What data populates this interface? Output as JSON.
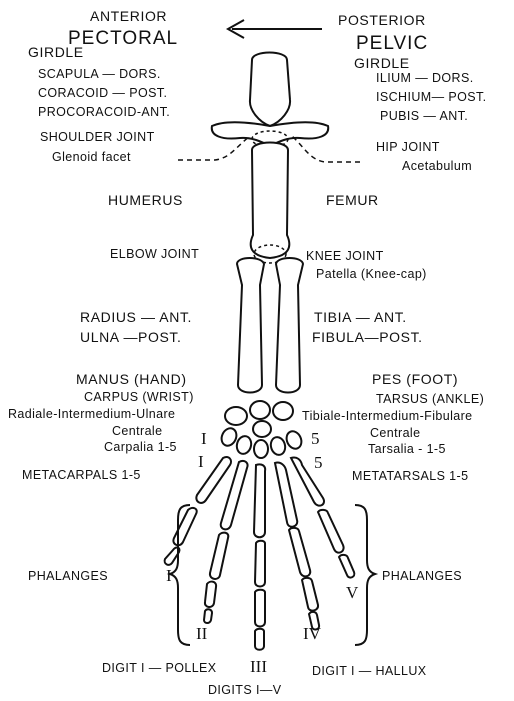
{
  "header": {
    "anterior": "ANTERIOR",
    "pectoral": "PECTORAL",
    "posterior": "POSTERIOR",
    "pelvic": "PELVIC"
  },
  "left": {
    "girdle": "GIRDLE",
    "scapula": "SCAPULA — DORS.",
    "coracoid": "CORACOID — POST.",
    "procoracoid": "PROCORACOID-ANT.",
    "shoulder_joint": "SHOULDER JOINT",
    "glenoid": "Glenoid facet",
    "humerus": "HUMERUS",
    "elbow": "ELBOW JOINT",
    "radius": "RADIUS — ANT.",
    "ulna": "ULNA —POST.",
    "manus": "MANUS (HAND)",
    "carpus": "CARPUS (WRIST)",
    "radiale": "Radiale-Intermedium-Ulnare",
    "centrale": "Centrale",
    "carpalia": "Carpalia 1-5",
    "metacarpals": "METACARPALS 1-5",
    "phalanges": "PHALANGES",
    "digit_pollex": "DIGIT I — POLLEX"
  },
  "right": {
    "girdle": "GIRDLE",
    "ilium": "ILIUM — DORS.",
    "ischium": "ISCHIUM— POST.",
    "pubis": "PUBIS — ANT.",
    "hip_joint": "HIP JOINT",
    "acetabulum": "Acetabulum",
    "femur": "FEMUR",
    "knee": "KNEE JOINT",
    "patella": "Patella (Knee-cap)",
    "tibia": "TIBIA — ANT.",
    "fibula": "FIBULA—POST.",
    "pes": "PES (FOOT)",
    "tarsus": "TARSUS (ANKLE)",
    "tibiale": "Tibiale-Intermedium-Fibulare",
    "centrale": "Centrale",
    "tarsalia": "Tarsalia - 1-5",
    "metatarsals": "METATARSALS 1-5",
    "phalanges": "PHALANGES",
    "digit_hallux": "DIGIT I — HALLUX"
  },
  "center": {
    "digits": "DIGITS I—V"
  },
  "numerals": {
    "n1_top": "I",
    "n1_mid": "I",
    "n5_top": "5",
    "n5_mid": "5",
    "ph_I": "I",
    "ph_II": "II",
    "ph_III": "III",
    "ph_IV": "IV",
    "ph_V": "V"
  }
}
